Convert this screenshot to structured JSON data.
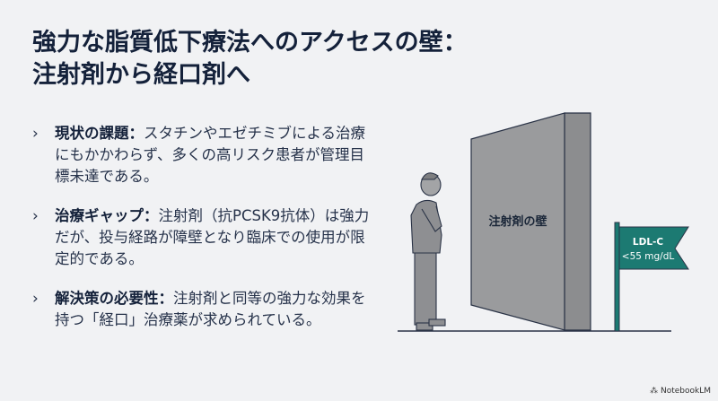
{
  "title": {
    "line1": "強力な脂質低下療法へのアクセスの壁：",
    "line2": "注射剤から経口剤へ"
  },
  "bullets": [
    {
      "label": "現状の課題：",
      "text": "スタチンやエゼチミブによる治療にもかかわらず、多くの高リスク患者が管理目標未達である。"
    },
    {
      "label": "治療ギャップ：",
      "text": "注射剤（抗PCSK9抗体）は強力だが、投与経路が障壁となり臨床での使用が限定的である。"
    },
    {
      "label": "解決策の必要性：",
      "text": "注射剤と同等の強力な効果を持つ「経口」治療薬が求められている。"
    }
  ],
  "illustration": {
    "wall_label": "注射剤の壁",
    "flag_line1": "LDL-C",
    "flag_line2": "<55 mg/dL",
    "flag_color": "#1c7a72",
    "wall_color": "#9a9b9d"
  },
  "footer": {
    "brand": "NotebookLM"
  }
}
